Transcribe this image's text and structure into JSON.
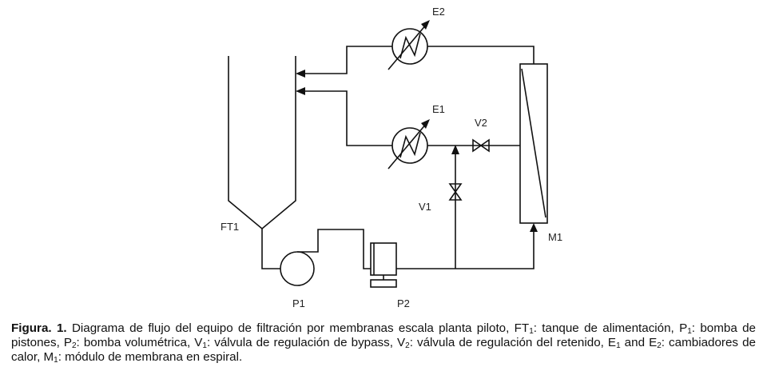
{
  "diagram": {
    "labels": {
      "tank": "FT1",
      "pump1": "P1",
      "pump2": "P2",
      "exchanger1": "E1",
      "exchanger2": "E2",
      "valve1": "V1",
      "valve2": "V2",
      "module": "M1"
    }
  },
  "caption": {
    "label": "Figura. 1.",
    "segments": [
      {
        "t": " Diagrama de flujo del equipo de filtración por membranas escala planta piloto, FT"
      },
      {
        "sub": "1"
      },
      {
        "t": ": tanque de alimentación, P"
      },
      {
        "sub": "1"
      },
      {
        "t": ": bomba de pistones, P"
      },
      {
        "sub": "2"
      },
      {
        "t": ": bomba volumétrica, V"
      },
      {
        "sub": "1"
      },
      {
        "t": ": válvula de regulación de bypass, V"
      },
      {
        "sub": "2"
      },
      {
        "t": ": válvula de regulación del retenido, E"
      },
      {
        "sub": "1"
      },
      {
        "t": " and E"
      },
      {
        "sub": "2"
      },
      {
        "t": ": cambiadores de calor, M"
      },
      {
        "sub": "1"
      },
      {
        "t": ": módulo de membrana en espiral."
      }
    ]
  }
}
